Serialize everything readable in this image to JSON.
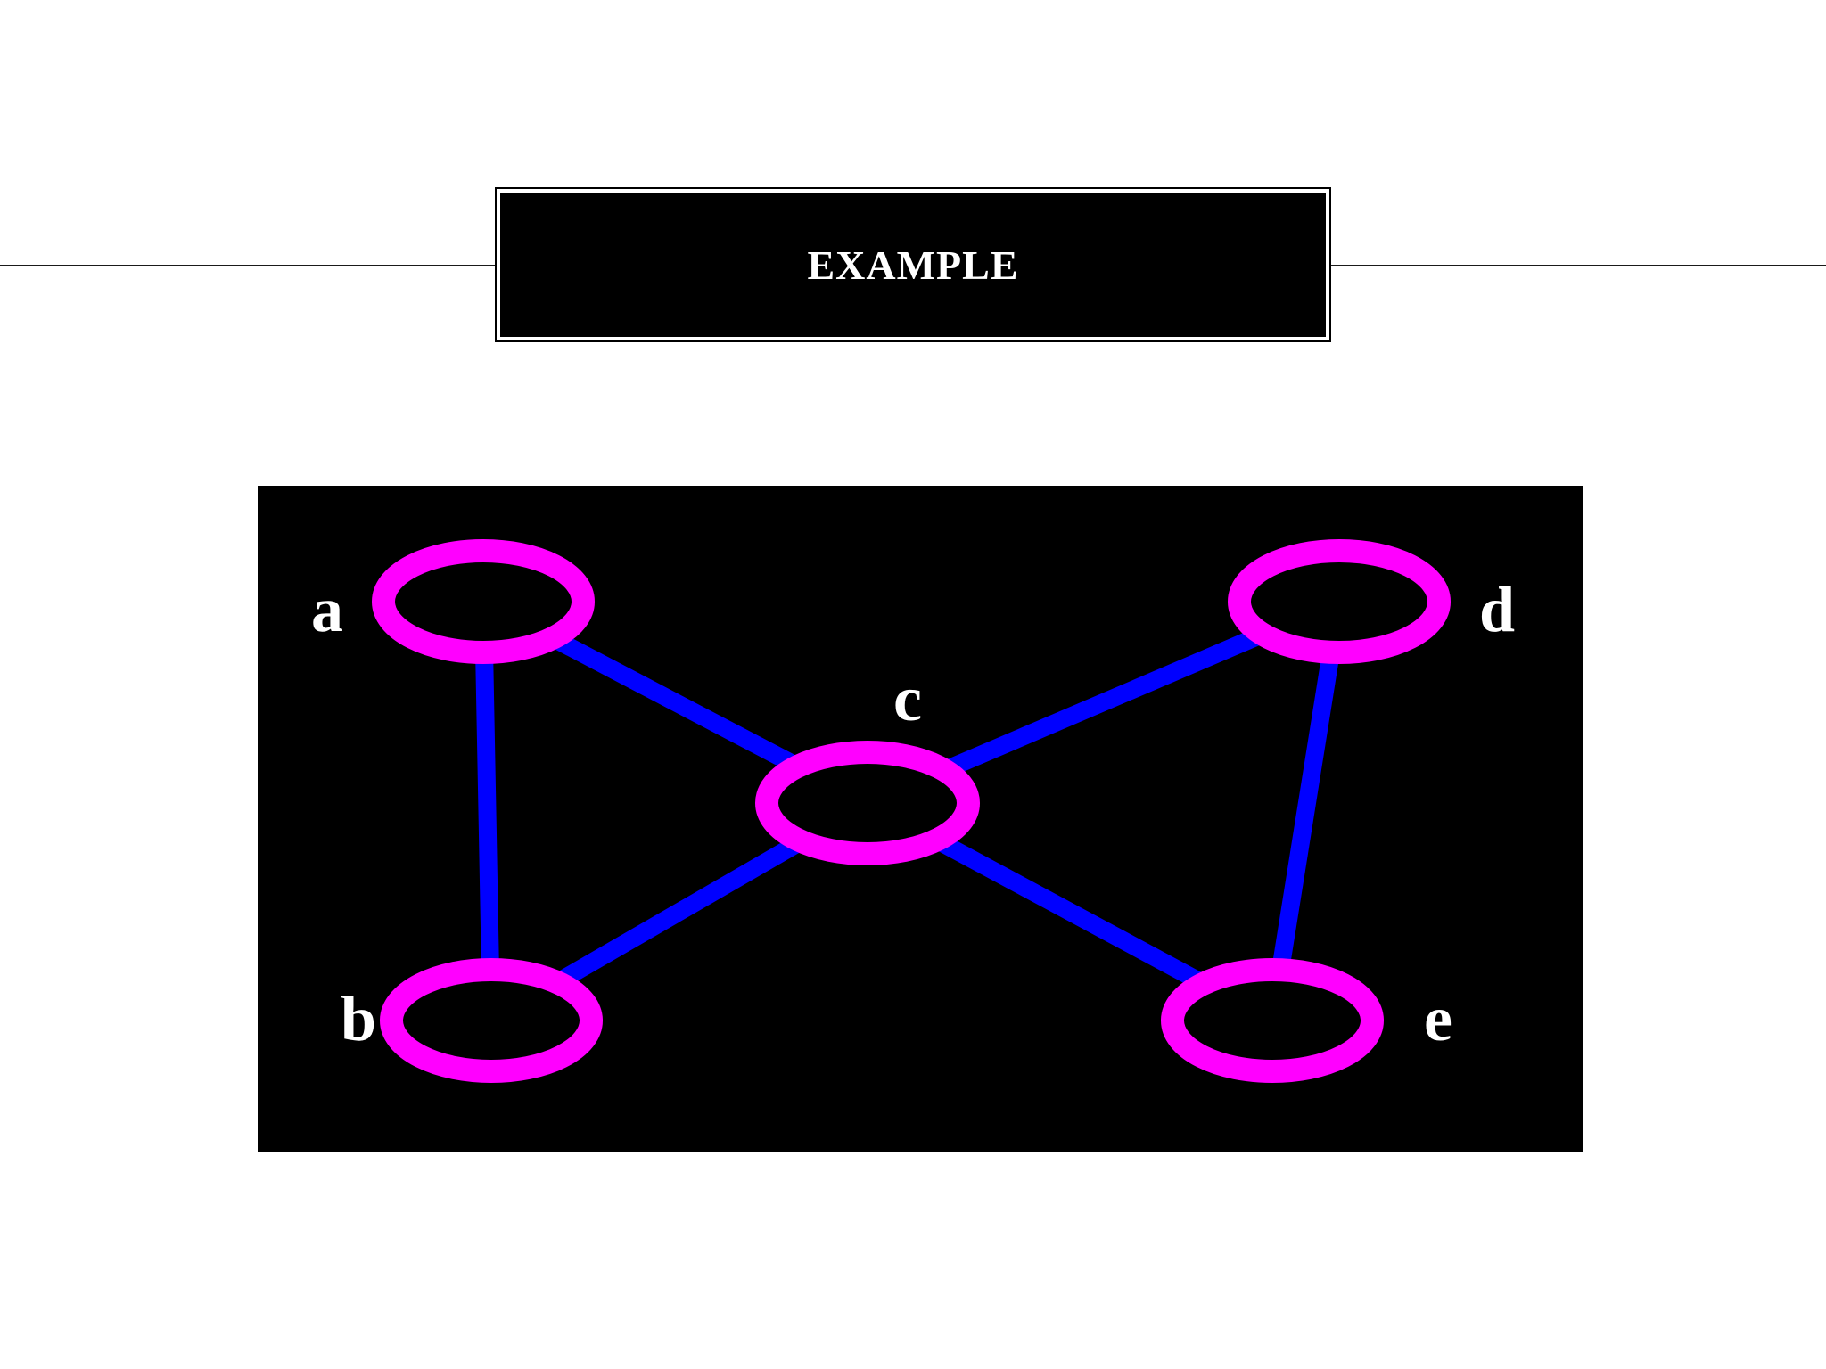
{
  "slide": {
    "title": "EXAMPLE"
  },
  "colors": {
    "background": "#ffffff",
    "diagram_background": "#000000",
    "node_ring": "#ff00ff",
    "edge": "#0000ff",
    "label": "#ffffff"
  },
  "graph": {
    "nodes": [
      {
        "id": "a",
        "label": "a"
      },
      {
        "id": "b",
        "label": "b"
      },
      {
        "id": "c",
        "label": "c"
      },
      {
        "id": "d",
        "label": "d"
      },
      {
        "id": "e",
        "label": "e"
      }
    ],
    "edges": [
      {
        "from": "a",
        "to": "b"
      },
      {
        "from": "a",
        "to": "c"
      },
      {
        "from": "b",
        "to": "c"
      },
      {
        "from": "c",
        "to": "d"
      },
      {
        "from": "c",
        "to": "e"
      },
      {
        "from": "d",
        "to": "e"
      }
    ]
  }
}
